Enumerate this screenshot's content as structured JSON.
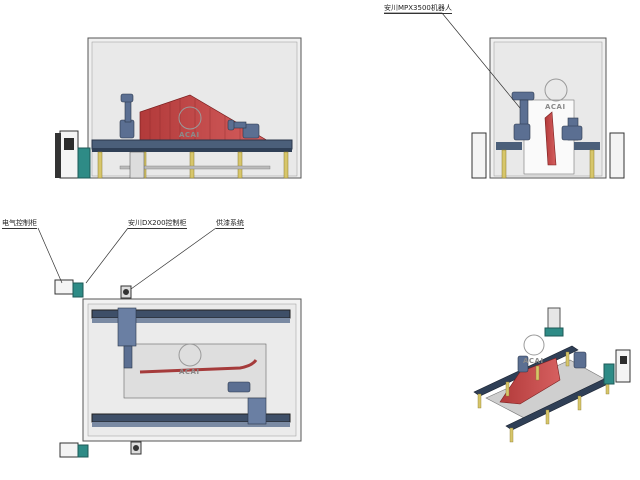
{
  "callouts": {
    "robot": "安川MPX3500机器人",
    "electric_cabinet": "电气控制柜",
    "dx200_cabinet": "安川DX200控制柜",
    "supply_system": "供漆系统"
  },
  "watermark": "ACAI"
}
